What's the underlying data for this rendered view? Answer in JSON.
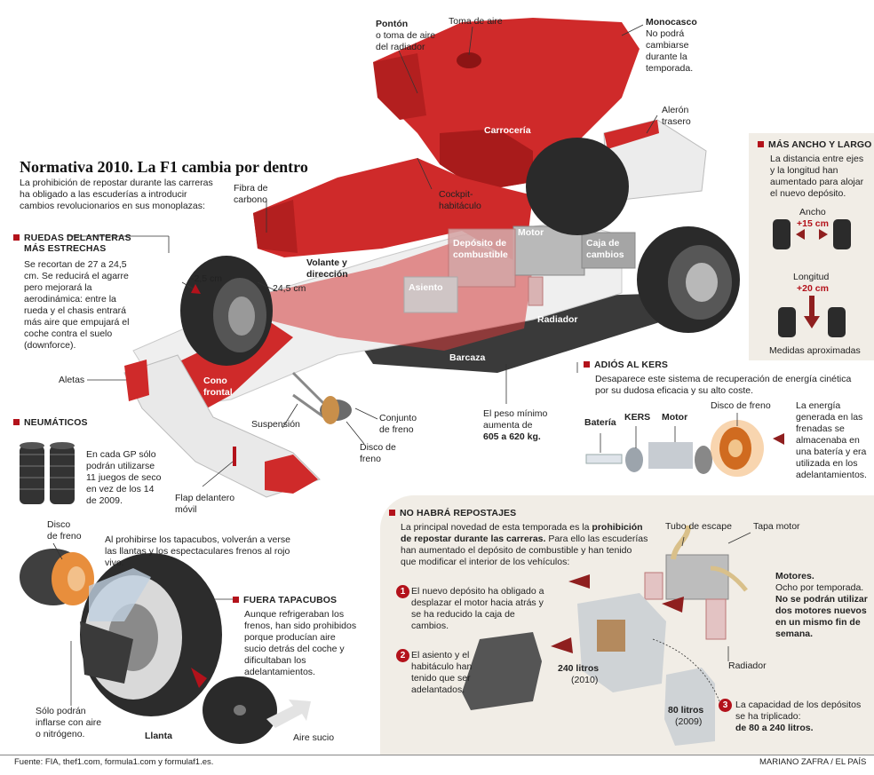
{
  "title": "Normativa 2010. La F1 cambia por dentro",
  "lead": "La prohibición de repostar durante las carreras ha obligado a las escuderías a introducir cambios revolucionarios en sus monoplazas:",
  "labels": {
    "ponton_title": "Pontón",
    "ponton_sub": "o toma de aire del radiador",
    "toma_aire": "Toma de aire",
    "monocasco_title": "Monocasco",
    "monocasco_sub": "No podrá cambiarse durante la temporada.",
    "aleron": "Alerón trasero",
    "carroceria": "Carrocería",
    "fibra": "Fibra de carbono",
    "cockpit": "Cockpit-habitáculo",
    "deposito": "Depósito de combustible",
    "motor": "Motor",
    "caja": "Caja de cambios",
    "volante": "Volante y dirección",
    "asiento": "Asiento",
    "radiador": "Radiador",
    "barcaza": "Barcaza",
    "aletas": "Aletas",
    "cono": "Cono frontal",
    "suspension": "Suspensión",
    "conjunto": "Conjunto de freno",
    "disco": "Disco de freno",
    "flap": "Flap delantero móvil",
    "minus25": "-2,5 cm",
    "w245": "24,5 cm",
    "peso_1": "El peso mínimo aumenta de",
    "peso_2": "605 a 620 kg."
  },
  "ruedas": {
    "heading_1": "RUEDAS DELANTERAS",
    "heading_2": "MÁS ESTRECHAS",
    "text": "Se recortan de 27 a 24,5 cm. Se reducirá el agarre pero mejorará la aerodinámica: entre la rueda y el chasis entrará más aire que empujará el coche contra el suelo (downforce)."
  },
  "neumaticos": {
    "heading": "NEUMÁTICOS",
    "text": "En cada GP sólo podrán utilizarse 11 juegos de seco en vez de los 14 de 2009."
  },
  "tapacubos": {
    "disco": "Disco de freno",
    "intro": "Al prohibirse los tapacubos, volverán a verse las llantas y los espectaculares frenos al rojo vivo.",
    "heading": "FUERA TAPACUBOS",
    "text": "Aunque refrigeraban los frenos, han sido prohibidos porque producían aire sucio detrás del coche y dificultaban los adelantamientos.",
    "inflar": "Sólo podrán inflarse con aire o nitrógeno.",
    "llanta": "Llanta",
    "aire_sucio": "Aire sucio"
  },
  "ancho": {
    "heading": "MÁS ANCHO Y LARGO",
    "text": "La distancia entre ejes y la longitud han aumentado para alojar el nuevo depósito.",
    "ancho": "Ancho",
    "ancho_val": "+15 cm",
    "longitud": "Longitud",
    "longitud_val": "+20 cm",
    "medidas": "Medidas aproximadas"
  },
  "kers": {
    "heading": "ADIÓS AL KERS",
    "text": "Desaparece este sistema de recuperación de energía cinética por su dudosa eficacia y su alto coste.",
    "bateria": "Batería",
    "kers": "KERS",
    "motor": "Motor",
    "disco": "Disco de freno",
    "energia": "La energía generada en las frenadas se almacenaba en una batería y era utilizada en los adelantamientos."
  },
  "repostajes": {
    "heading": "NO HABRÁ REPOSTAJES",
    "intro_1": "La principal novedad de esta temporada es la ",
    "intro_bold": "prohibición de repostar durante las carreras.",
    "intro_2": " Para ello las escuderías han aumentado el depósito de combustible y han tenido que modificar el interior de los vehículos:",
    "tubo": "Tubo de escape",
    "tapa": "Tapa motor",
    "motores_title": "Motores.",
    "motores_sub": "Ocho por temporada.",
    "motores_bold": "No se podrán utilizar dos motores nuevos en un mismo fin de semana.",
    "radiador": "Radiador",
    "step1_num": "1",
    "step1": "El nuevo depósito ha obligado a desplazar el motor hacia atrás y se ha reducido la caja de cambios.",
    "step2_num": "2",
    "step2": "El asiento y el habitáculo han tenido que ser adelantados.",
    "step3_num": "3",
    "step3": "La capacidad de los depósitos se ha triplicado:",
    "step3_bold": "de 80 a 240 litros.",
    "l240": "240 litros",
    "l240_y": "(2010)",
    "l80": "80 litros",
    "l80_y": "(2009)"
  },
  "footer": {
    "source": "Fuente: FIA, thef1.com, formula1.com y formulaf1.es.",
    "credit": "MARIANO ZAFRA / EL PAÍS"
  },
  "colors": {
    "red": "#b3121b",
    "car_red": "#cf2a2a",
    "panel": "#f1ede6",
    "arrow": "#8f1f1f"
  }
}
